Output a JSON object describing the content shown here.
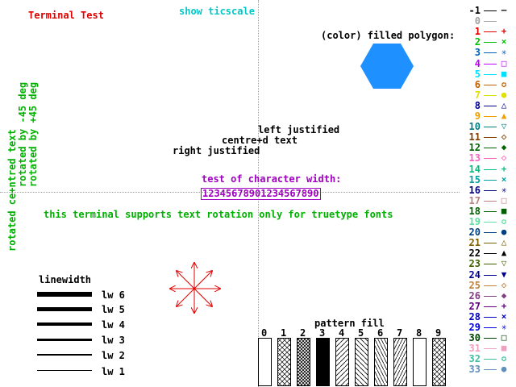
{
  "title": "Terminal Test",
  "ticscale_label": "show ticscale",
  "polygon_label": "(color) filled polygon:",
  "colors": {
    "title": "#e00000",
    "ticscale": "#00c8c8",
    "polygon": "#1e90ff",
    "green": "#00b000",
    "purple": "#a000c0",
    "arrow": "#e00000"
  },
  "justify": {
    "left": "left justified",
    "centre": "centre+d text",
    "right": "right justified"
  },
  "char_width": {
    "label": "test of character width:",
    "sample": "12345678901234567890"
  },
  "rotation_note": "this terminal supports text rotation only for truetype fonts",
  "rotated": {
    "centred": "rotated ce+ntred text",
    "minus45": "rotated by -45 deg",
    "plus45": "rotated by +45 deg"
  },
  "linewidth": {
    "heading": "linewidth",
    "items": [
      "lw 6",
      "lw 5",
      "lw 4",
      "lw 3",
      "lw 2",
      "lw 1"
    ]
  },
  "pattern": {
    "heading": "pattern fill",
    "labels": [
      "0",
      "1",
      "2",
      "3",
      "4",
      "5",
      "6",
      "7",
      "8",
      "9"
    ]
  },
  "key": {
    "numbers": [
      "-1",
      "0",
      "1",
      "2",
      "3",
      "4",
      "5",
      "6",
      "7",
      "8",
      "9",
      "10",
      "11",
      "12",
      "13",
      "14",
      "15",
      "16",
      "17",
      "18",
      "19",
      "20",
      "21",
      "22",
      "23",
      "24",
      "25",
      "26",
      "27",
      "28",
      "29",
      "30",
      "31",
      "32",
      "33"
    ],
    "colors": [
      "#000000",
      "#a0a0a0",
      "#e00000",
      "#00c000",
      "#0060c0",
      "#c000ff",
      "#00e0ff",
      "#c06000",
      "#e0e000",
      "#000090",
      "#f0a000",
      "#008080",
      "#804000",
      "#006400",
      "#ff60c0",
      "#00c080",
      "#00a0a0",
      "#000080",
      "#c08080",
      "#006000",
      "#60e0a0",
      "#004080",
      "#806000",
      "#000000",
      "#406000",
      "#000090",
      "#c08040",
      "#804080",
      "#600080",
      "#0000c0",
      "#0000e0",
      "#004000",
      "#f0a0c0",
      "#40c0a0",
      "#6090c0"
    ],
    "marks": [
      "—",
      "",
      "+",
      "×",
      "✳",
      "□",
      "■",
      "✪",
      "●",
      "△",
      "▲",
      "▽",
      "◇",
      "◆",
      "◇",
      "+",
      "×",
      "✳",
      "□",
      "■",
      "✪",
      "●",
      "△",
      "▲",
      "▽",
      "▼",
      "◇",
      "◆",
      "+",
      "×",
      "✳",
      "□",
      "■",
      "✪",
      "●"
    ]
  }
}
